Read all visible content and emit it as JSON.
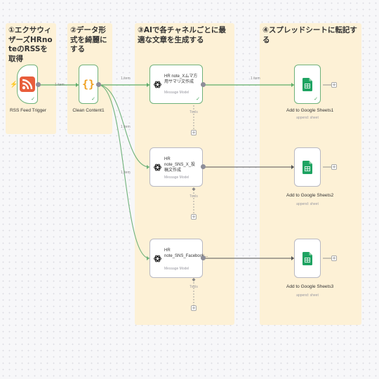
{
  "canvas": {
    "sticky_notes": [
      {
        "title": "①エクサウィザーズHRnoteのRSSを取得"
      },
      {
        "title": "②データ形式を綺麗にする"
      },
      {
        "title": "③AIで各チャネルごとに最適な文章を生成する"
      },
      {
        "title": "④スプレッドシートに転記する"
      }
    ],
    "nodes": {
      "rss": {
        "label": "RSS Feed Trigger",
        "icon": "rss-icon"
      },
      "clean": {
        "label": "Clean Content1",
        "icon": "code-braces-icon"
      },
      "ai": [
        {
          "title": "HR note_Xムマ方用サマリ文作成",
          "sub": "Message Model",
          "tools": "Tools"
        },
        {
          "title": "HR note_SNS_X_投稿文作成",
          "sub": "Message Model",
          "tools": "Tools"
        },
        {
          "title": "HR note_SNS_Facebook...",
          "sub": "Message Model",
          "tools": "Tools"
        }
      ],
      "sheets": [
        {
          "label": "Add to Google Sheets1",
          "sub": "append: sheet"
        },
        {
          "label": "Add to Google Sheets2",
          "sub": "append: sheet"
        },
        {
          "label": "Add to Google Sheets3",
          "sub": "append: sheet"
        }
      ]
    },
    "connections": {
      "item_label": "1 item"
    },
    "colors": {
      "sticky": "#fdf1d6",
      "success_wire": "#5fae6a",
      "idle_wire": "#8d8d98",
      "rss_orange": "#e85d3b",
      "code_orange": "#f0a020",
      "sheets_green": "#1ea362"
    }
  }
}
